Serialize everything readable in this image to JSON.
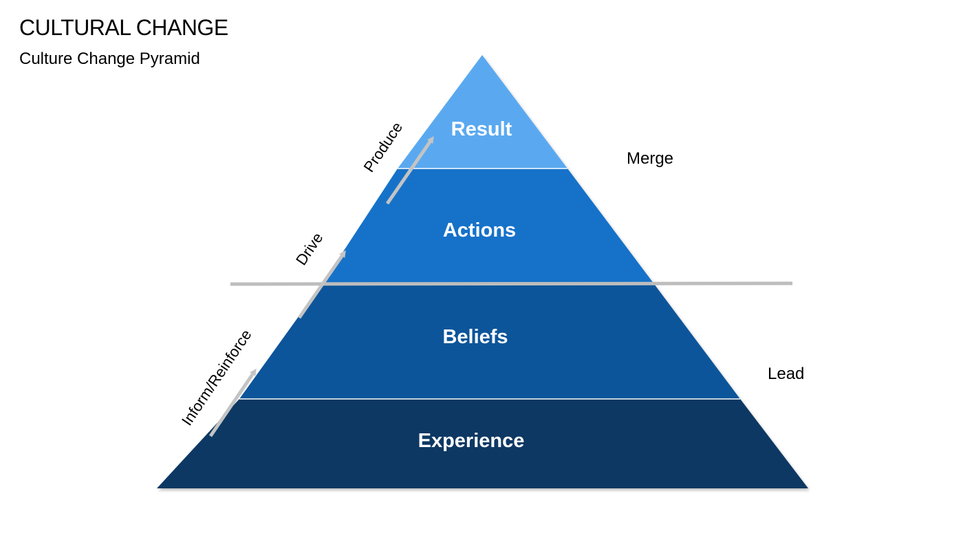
{
  "slide": {
    "title": "CULTURAL CHANGE",
    "subtitle": "Culture Change Pyramid"
  },
  "pyramid": {
    "layers": [
      {
        "label": "Result",
        "color": "#5aa9f0"
      },
      {
        "label": "Actions",
        "color": "#1572c9"
      },
      {
        "label": "Beliefs",
        "color": "#11559a"
      },
      {
        "label": "Experience",
        "color": "#0a3863"
      }
    ],
    "divider_color": "#bdbdbd",
    "arrow_color": "#c4c4c4"
  },
  "arrows": [
    {
      "label": "Inform/Reinforce"
    },
    {
      "label": "Drive"
    },
    {
      "label": "Produce"
    }
  ],
  "side_labels": {
    "upper": "Merge",
    "lower": "Lead"
  }
}
